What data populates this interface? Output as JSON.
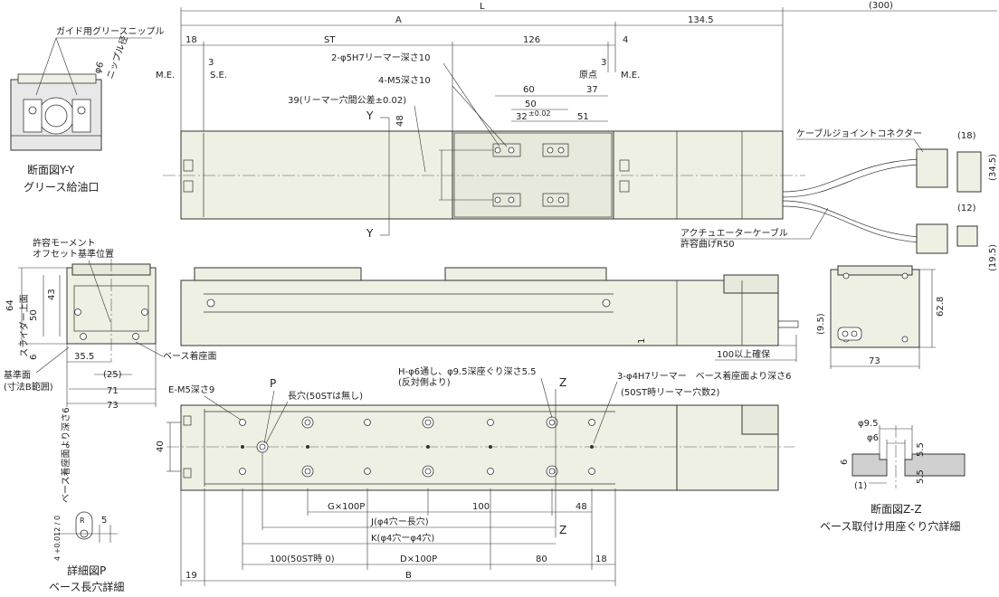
{
  "dimensions_top": {
    "L": "L",
    "A": "A",
    "d300": "(300)",
    "d134_5": "134.5",
    "d18": "18",
    "ST": "ST",
    "d126": "126",
    "d4": "4",
    "d3a": "3",
    "d3b": "3",
    "ME_left": "M.E.",
    "SE": "S.E.",
    "origin": "原点",
    "ME_right": "M.E.",
    "d60": "60",
    "d37": "37",
    "d50": "50",
    "d32": "32",
    "d32_tol": "±0.02",
    "d51": "51",
    "d48": "48"
  },
  "callouts_top": {
    "reamer": "2-φ5H7リーマー深さ10",
    "tap": "4-M5深さ10",
    "pitch": "39(リーマー穴間公差±0.02)",
    "section_y": "Y",
    "cable_connector": "ケーブルジョイントコネクター",
    "actuator_cable": "アクチュエーターケーブル",
    "bend_radius": "許容曲げR50",
    "conn_18": "(18)",
    "conn_34_5": "(34.5)",
    "conn_12": "(12)",
    "conn_19_5": "(19.5)"
  },
  "section_yy": {
    "nipple": "ガイド用グリースニップル",
    "nipple_dia": "φ6",
    "nipple_dia_label": "ニップル径",
    "title1": "断面図Y-Y",
    "title2": "グリース給油口"
  },
  "left_view": {
    "moment1": "許容モーメント",
    "moment2": "オフセット基準位置",
    "d64": "64",
    "d43": "43",
    "d50": "50",
    "slider_top": "スライダー上面",
    "d6": "6",
    "d35_5": "35.5",
    "d25": "(25)",
    "d71": "71",
    "d73": "73",
    "base_mount": "ベース着座面",
    "ref1": "基準面",
    "ref2": "(寸法B範囲)"
  },
  "side_view": {
    "d1": "1",
    "clearance": "100以上確保"
  },
  "right_view": {
    "d9_5": "(9.5)",
    "d62_8": "62.8",
    "d73": "73"
  },
  "bottom_view": {
    "tap": "E-M5深さ9",
    "P": "P",
    "slot": "長穴(50STは無し)",
    "through1": "H-φ6通し、φ9.5深座ぐり深さ5.5",
    "through2": "(反対側より)",
    "reamer": "3-φ4H7リーマー　ベース着座面より深さ6",
    "reamer2": "(50ST時リーマー穴数2)",
    "Z": "Z",
    "d40": "40",
    "G": "G×100P",
    "d100a": "100",
    "d48": "48",
    "J": "J(φ4穴ー長穴)",
    "K": "K(φ4穴ーφ4穴)",
    "d100b": "100(50ST時 0)",
    "D": "D×100P",
    "d80": "80",
    "d18": "18",
    "d19": "19",
    "B": "B"
  },
  "detail_p": {
    "tol": "4 +0.012 / 0",
    "depth": "ベース着座面より深さ6",
    "d5": "5",
    "R": "R",
    "title1": "詳細図P",
    "title2": "ベース長穴詳細"
  },
  "section_zz": {
    "d9_5": "φ9.5",
    "d6": "φ6",
    "d5_5a": "5.5",
    "d5_5b": "5.5",
    "d6v": "6",
    "d1": "(1)",
    "title1": "断面図Z-Z",
    "title2": "ベース取付け用座ぐり穴詳細"
  }
}
